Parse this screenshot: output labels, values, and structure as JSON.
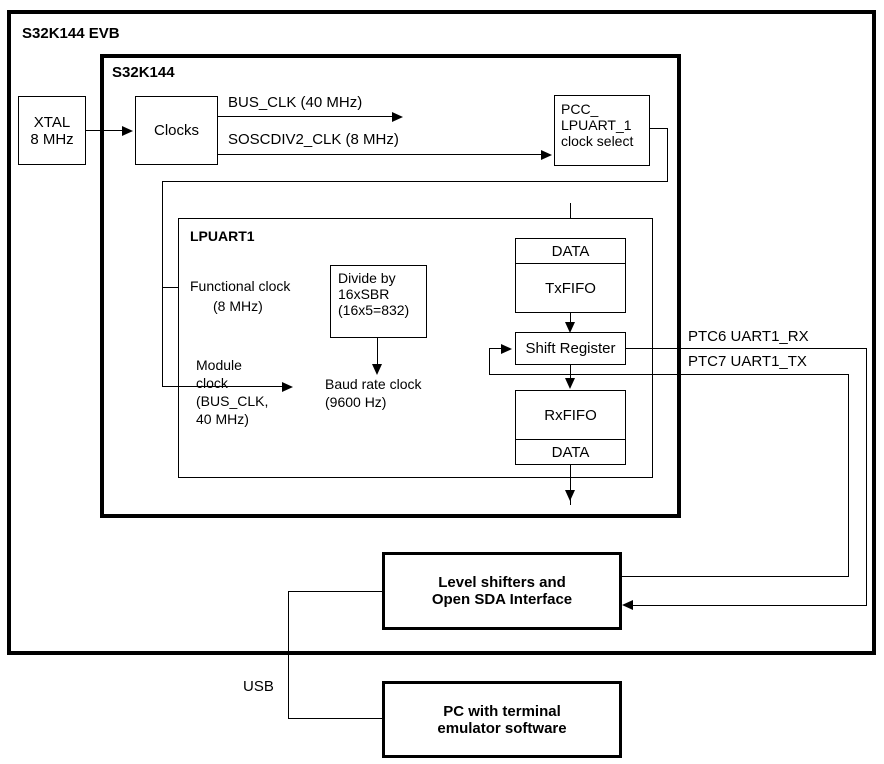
{
  "diagram": {
    "title_outer": "S32K144 EVB",
    "title_chip": "S32K144",
    "title_lpuart": "LPUART1"
  },
  "boxes": {
    "xtal": {
      "line1": "XTAL",
      "line2": "8 MHz"
    },
    "clocks": {
      "label": "Clocks"
    },
    "pcc": {
      "line1": "PCC_",
      "line2": "LPUART_1",
      "line3": "clock select"
    },
    "divide": {
      "line1": "Divide by",
      "line2": "16xSBR",
      "line3": "(16x5=832)"
    },
    "data_tx": {
      "label": "DATA"
    },
    "txfifo": {
      "label": "TxFIFO"
    },
    "shift_register": {
      "label": "Shift Register"
    },
    "rxfifo": {
      "label": "RxFIFO"
    },
    "data_rx": {
      "label": "DATA"
    },
    "level_shifters": {
      "line1": "Level shifters and",
      "line2": "Open SDA Interface"
    },
    "pc": {
      "line1": "PC with terminal",
      "line2": "emulator software"
    }
  },
  "signals": {
    "bus_clk": "BUS_CLK (40 MHz)",
    "soscdiv2_clk": "SOSCDIV2_CLK (8 MHz)",
    "functional_clock_l1": "Functional clock",
    "functional_clock_l2": "(8 MHz)",
    "module_clock_l1": "Module",
    "module_clock_l2": "clock",
    "module_clock_l3": "(BUS_CLK,",
    "module_clock_l4": "40 MHz)",
    "baud_l1": "Baud rate clock",
    "baud_l2": "(9600 Hz)",
    "ptc6": "PTC6 UART1_RX",
    "ptc7": "PTC7 UART1_TX",
    "usb": "USB"
  },
  "colors": {
    "stroke": "#000000",
    "background": "#ffffff"
  }
}
